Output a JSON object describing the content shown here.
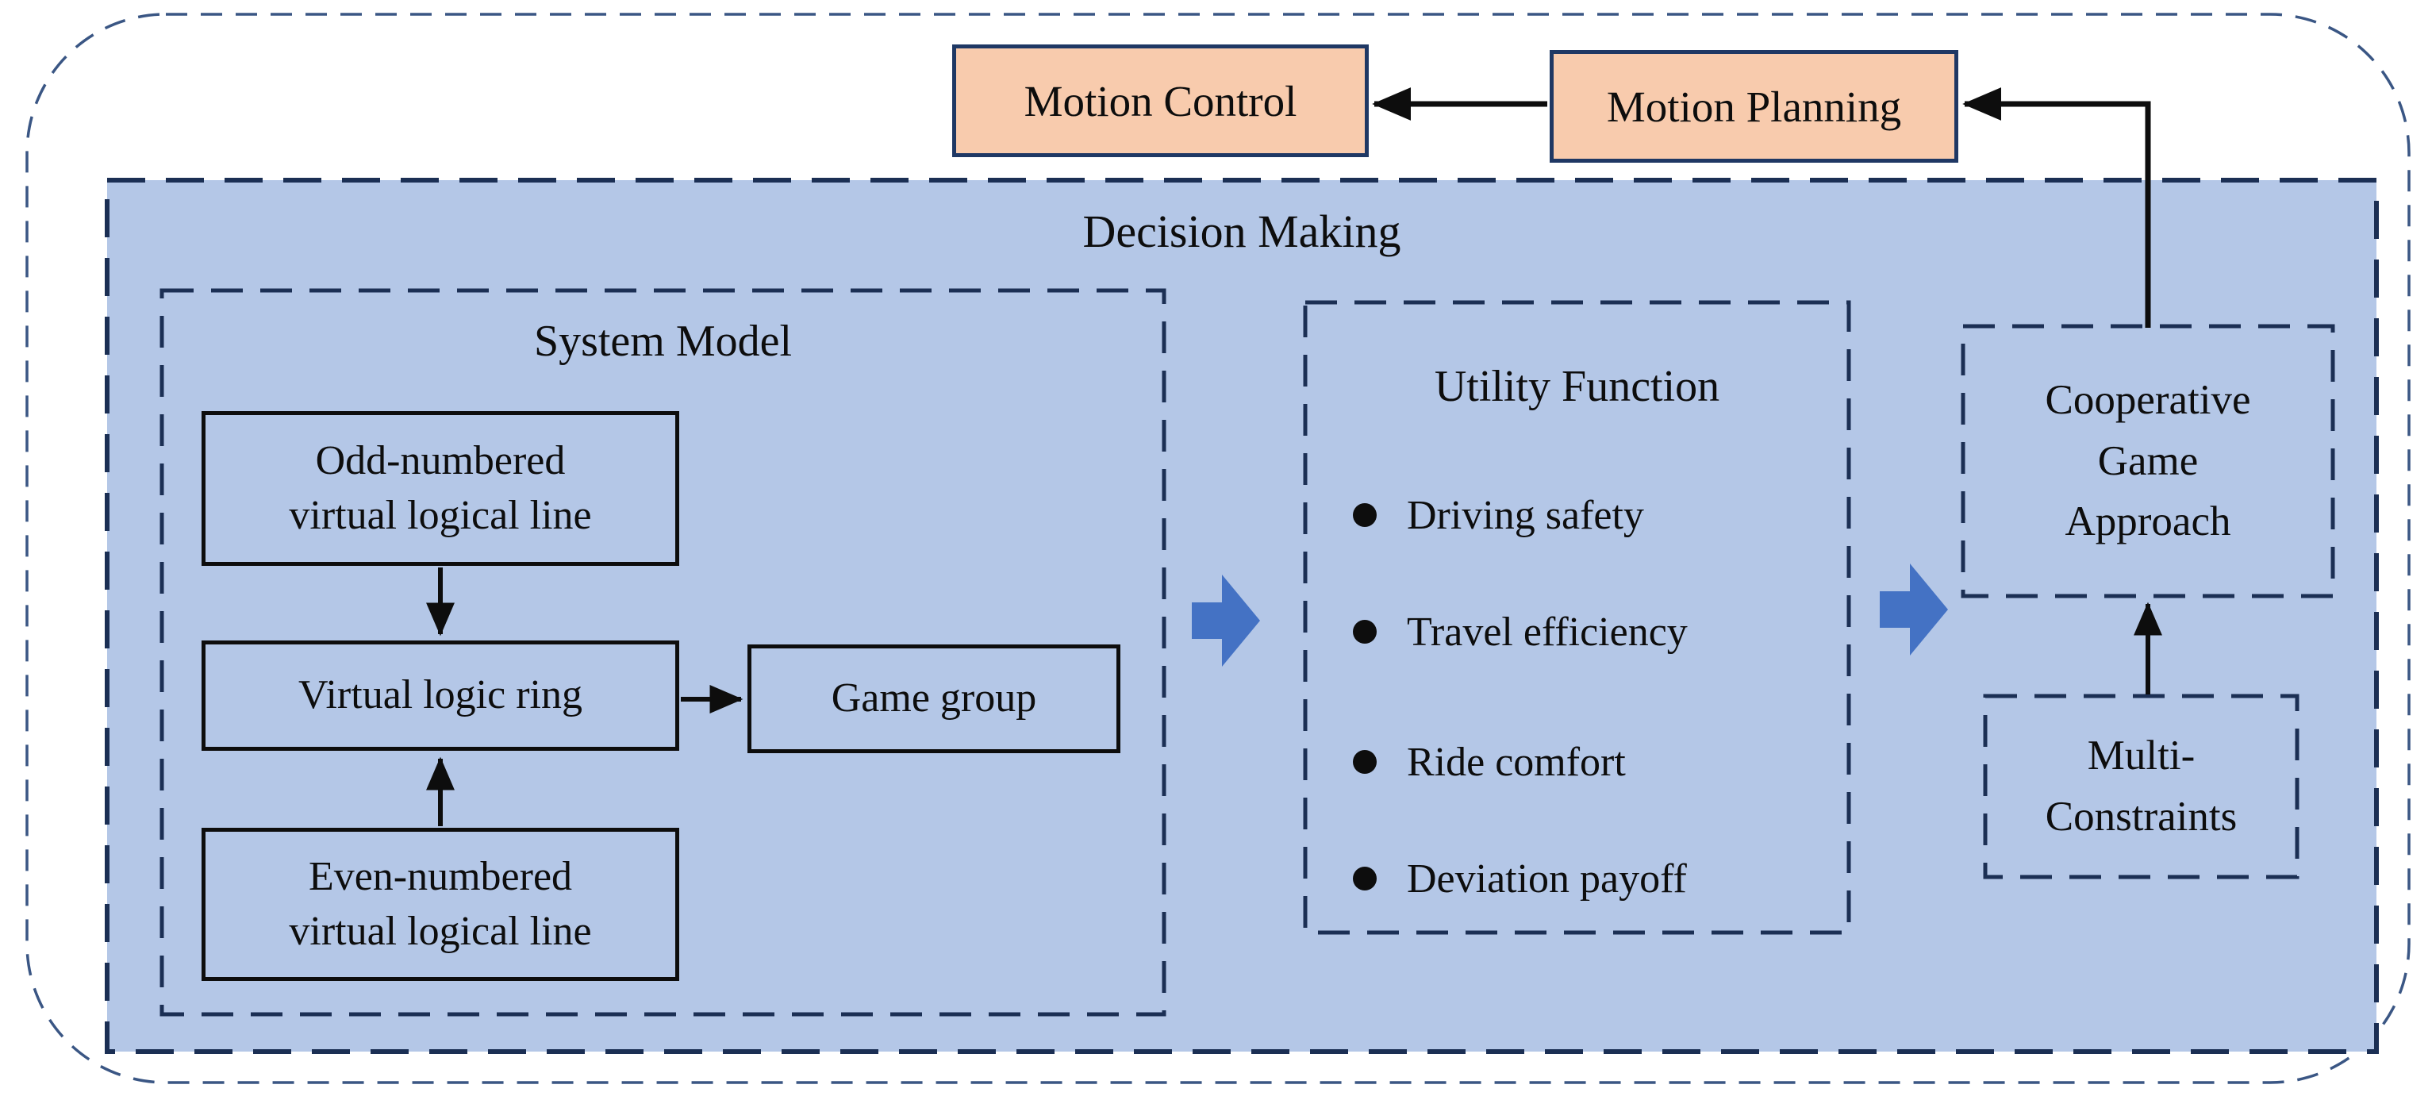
{
  "colors": {
    "panel_fill": "#b4c7e7",
    "orange_fill": "#f8cbad",
    "dashed_border_navy": "#1b2f54",
    "outer_border_navy": "#3a5684",
    "black_line": "#0d0d0d",
    "flow_arrow_blue": "#4472c4"
  },
  "top": {
    "motion_control": "Motion Control",
    "motion_planning": "Motion Planning"
  },
  "decision_making": {
    "title": "Decision Making",
    "system_model": {
      "title": "System Model",
      "odd_line_box": "Odd-numbered\nvirtual logical line",
      "virtual_logic_ring_box": "Virtual logic ring",
      "game_group_box": "Game group",
      "even_line_box": "Even-numbered\nvirtual logical line"
    },
    "utility_function": {
      "title": "Utility Function",
      "bullets": [
        "Driving safety",
        "Travel efficiency",
        "Ride comfort",
        "Deviation payoff"
      ]
    },
    "cooperative_game_box": "Cooperative\nGame\nApproach",
    "multi_constraints_box": "Multi-\nConstraints"
  }
}
